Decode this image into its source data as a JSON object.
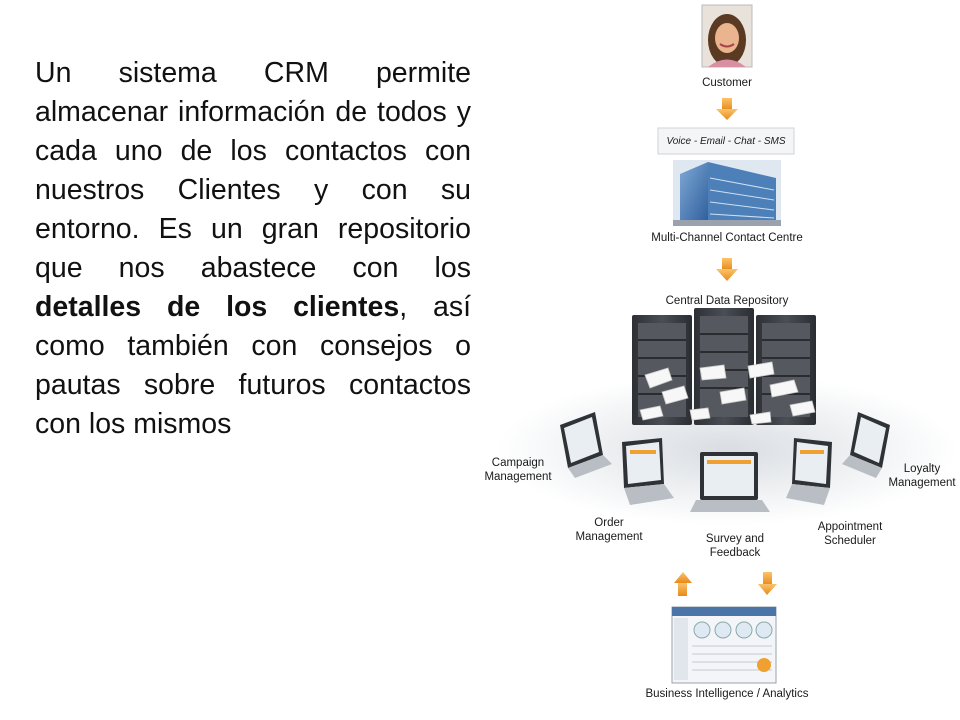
{
  "paragraph": {
    "before": "Un sistema CRM permite almacenar información de todos y cada uno de los contactos con nuestros Clientes y con su entorno. Es un gran repositorio que nos abastece con los ",
    "bold": "detalles de los clientes",
    "after": ", así como también con consejos o pautas sobre futuros contactos con los mismos"
  },
  "diagram": {
    "customer": "Customer",
    "channels": "Voice - Email - Chat - SMS",
    "contact_centre": "Multi-Channel Contact Centre",
    "repository": "Central Data Repository",
    "campaign": [
      "Campaign",
      "Management"
    ],
    "order": [
      "Order",
      "Management"
    ],
    "survey": [
      "Survey and",
      "Feedback"
    ],
    "appointment": [
      "Appointment",
      "Scheduler"
    ],
    "loyalty": [
      "Loyalty",
      "Management"
    ],
    "bi": "Business Intelligence / Analytics"
  },
  "colors": {
    "arrow": "#f0a030",
    "server": "#3a3d42",
    "screen": "#e9eef3"
  }
}
